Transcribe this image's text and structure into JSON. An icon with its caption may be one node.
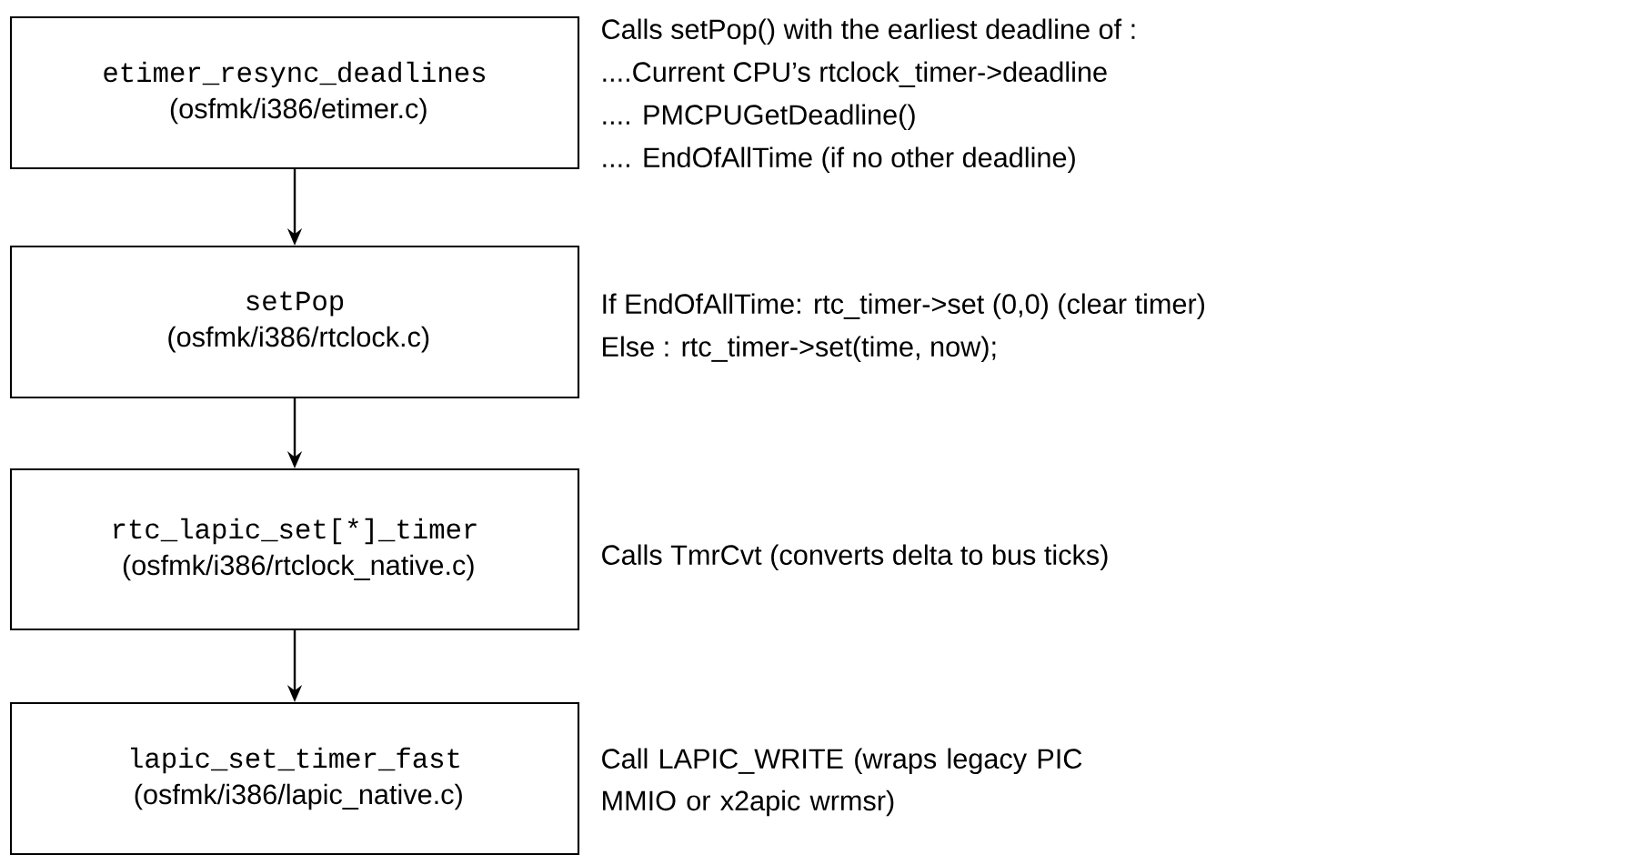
{
  "diagram": {
    "nodes": [
      {
        "text": [
          "etimer_resync_deadlines",
          "(osfmk/i386/etimer.c)"
        ],
        "beside": [
          "Calls setPop() with the earliest deadline of :",
          "....Current CPU’s rtclock_timer->deadline",
          ".... PMCPUGetDeadline()",
          ".... EndOfAllTime (if no other deadline)"
        ]
      },
      {
        "text": [
          "setPop",
          "(osfmk/i386/rtclock.c)"
        ],
        "beside": [
          "If EndOfAllTime: rtc_timer->set (0,0) (clear timer)",
          "Else : rtc_timer->set(time, now);"
        ]
      },
      {
        "text": [
          "rtc_lapic_set[*]_timer",
          "(osfmk/i386/rtclock_native.c)"
        ],
        "beside": [
          "Calls TmrCvt (converts delta to bus ticks)"
        ]
      },
      {
        "text": [
          "lapic_set_timer_fast",
          "(osfmk/i386/lapic_native.c)"
        ],
        "beside": [
          "Call LAPIC_WRITE (wraps legacy PIC MMIO or x2apic wrmsr)"
        ]
      }
    ],
    "edges": [
      {
        "from": 0,
        "to": 1,
        "arrow": "to"
      },
      {
        "from": 1,
        "to": 2,
        "arrow": "to"
      },
      {
        "from": 2,
        "to": 3,
        "arrow": "to"
      }
    ]
  }
}
